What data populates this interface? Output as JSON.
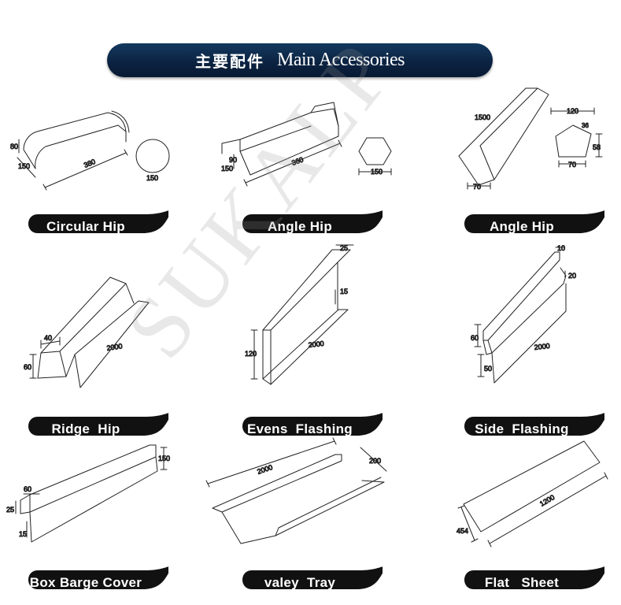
{
  "header": {
    "title_cn": "主要配件",
    "title_en": "Main Accessories"
  },
  "watermark": "SUKALP",
  "products": [
    {
      "name": "Circular Hip",
      "dims": [
        "80",
        "150",
        "380",
        "150"
      ]
    },
    {
      "name": "Angle Hip",
      "dims": [
        "90",
        "150",
        "360",
        "150"
      ]
    },
    {
      "name": "Angle Hip",
      "dims": [
        "1500",
        "70",
        "120",
        "36",
        "58",
        "70"
      ]
    },
    {
      "name": "Ridge  Hip",
      "dims": [
        "40",
        "60",
        "2000"
      ]
    },
    {
      "name": "Evens  Flashing",
      "dims": [
        "25",
        "15",
        "120",
        "2000"
      ]
    },
    {
      "name": "Side  Flashing",
      "dims": [
        "10",
        "20",
        "60",
        "2000",
        "50"
      ]
    },
    {
      "name": "Box Barge Cover",
      "dims": [
        "150",
        "60",
        "25",
        "15"
      ]
    },
    {
      "name": "valey  Tray",
      "dims": [
        "2000",
        "200"
      ]
    },
    {
      "name": "Flat   Sheet",
      "dims": [
        "1200",
        "454"
      ]
    }
  ],
  "colors": {
    "banner": "#0b2240",
    "label_bg": "#111111",
    "label_text": "#ffffff",
    "line": "#222222"
  }
}
